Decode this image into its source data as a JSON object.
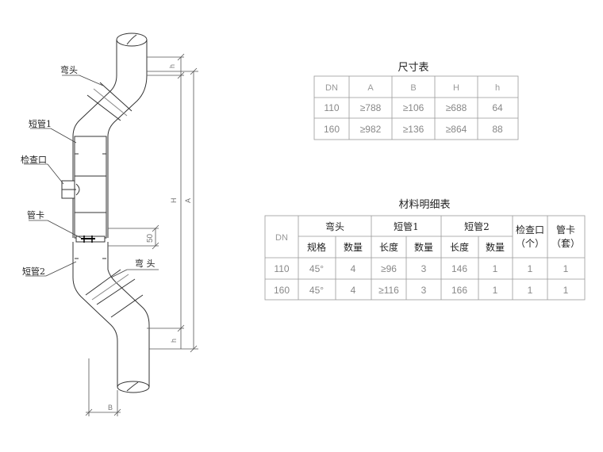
{
  "labels": {
    "elbow_top": "弯头",
    "short_pipe_1": "短管1",
    "inspection_port": "检查口",
    "pipe_clamp": "管卡",
    "short_pipe_2": "短管2",
    "elbow_bottom": "弯 头"
  },
  "dimensions": {
    "h_top": "h",
    "h_bottom": "h",
    "H": "H",
    "A": "A",
    "clamp_offset": "50",
    "B": "B"
  },
  "size_table": {
    "title": "尺寸表",
    "headers": [
      "DN",
      "A",
      "B",
      "H",
      "h"
    ],
    "rows": [
      [
        "110",
        "≥788",
        "≥106",
        "≥688",
        "64"
      ],
      [
        "160",
        "≥982",
        "≥136",
        "≥864",
        "88"
      ]
    ]
  },
  "material_table": {
    "title": "材料明细表",
    "col_dn": "DN",
    "group_elbow": "弯头",
    "group_pipe1": "短管1",
    "group_pipe2": "短管2",
    "col_port_line1": "检查口",
    "col_port_line2": "（个）",
    "col_clamp_line1": "管卡",
    "col_clamp_line2": "（套）",
    "sub_spec": "规格",
    "sub_qty": "数量",
    "sub_len": "长度",
    "rows": [
      [
        "110",
        "45°",
        "4",
        "≥96",
        "3",
        "146",
        "1",
        "1",
        "1"
      ],
      [
        "160",
        "45°",
        "4",
        "≥116",
        "3",
        "166",
        "1",
        "1",
        "1"
      ]
    ]
  }
}
